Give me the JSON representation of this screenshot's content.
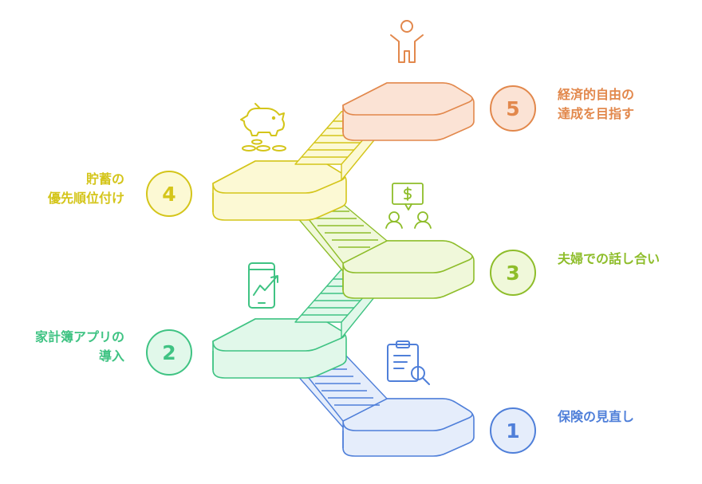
{
  "colors": {
    "step1": "#4f7fd9",
    "step2": "#3fc383",
    "step3": "#8ebd2a",
    "step4": "#d4c51a",
    "step5": "#e2884c",
    "fill1": "#e5edfb",
    "fill2": "#e1f8ea",
    "fill3": "#f0f8da",
    "fill4": "#fcf9d4",
    "fill5": "#fbe3d5"
  },
  "steps": [
    {
      "number": "1",
      "line1": "保険の見直し",
      "line2": "",
      "icon": "clipboard-search-icon"
    },
    {
      "number": "2",
      "line1": "家計簿アプリの",
      "line2": "導入",
      "icon": "phone-chart-icon"
    },
    {
      "number": "3",
      "line1": "夫婦での話し合い",
      "line2": "",
      "icon": "couple-money-chat-icon"
    },
    {
      "number": "4",
      "line1": "貯蓄の",
      "line2": "優先順位付け",
      "icon": "piggy-bank-icon"
    },
    {
      "number": "5",
      "line1": "経済的自由の",
      "line2": "達成を目指す",
      "icon": "person-celebrating-icon"
    }
  ]
}
